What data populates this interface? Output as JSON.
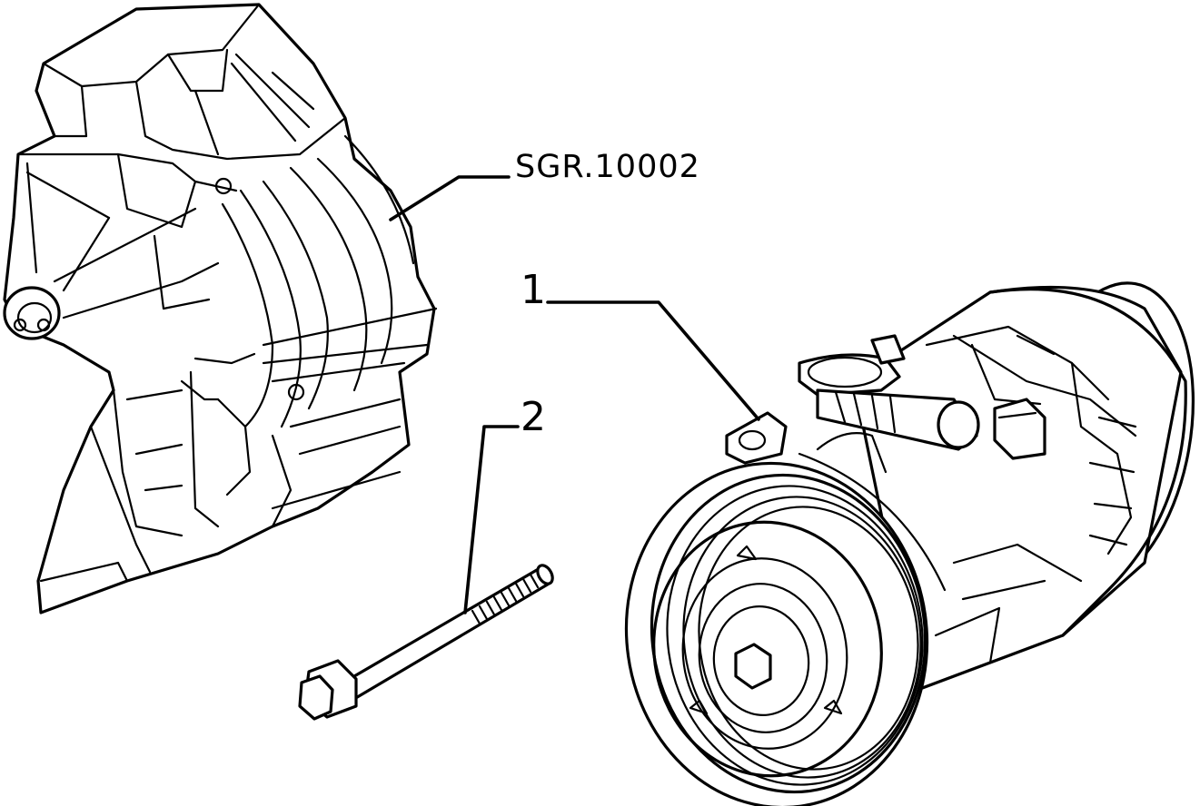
{
  "callouts": {
    "bracket_ref": "SGR.10002",
    "compressor": "1",
    "bolt": "2"
  },
  "icons": {
    "bracket": "mounting-bracket-drawing",
    "compressor": "ac-compressor-drawing",
    "bolt": "long-bolt-drawing"
  }
}
